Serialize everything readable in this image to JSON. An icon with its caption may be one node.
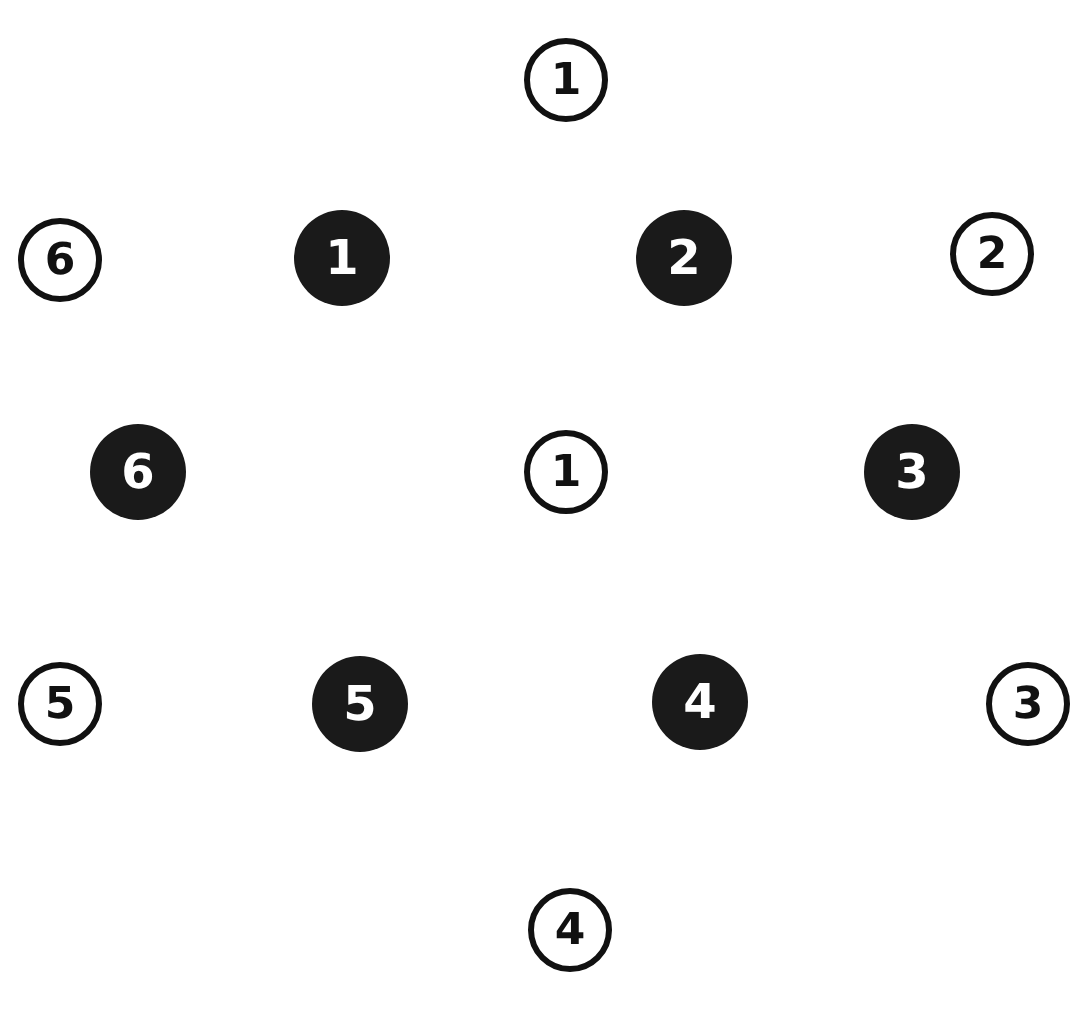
{
  "diagram": {
    "nodes": [
      {
        "text": [
          "1"
        ]
      },
      {
        "text": [
          "6"
        ]
      },
      {
        "text": [
          "1"
        ]
      },
      {
        "text": [
          "2"
        ]
      },
      {
        "text": [
          "2"
        ]
      },
      {
        "text": [
          "6"
        ]
      },
      {
        "text": [
          "1"
        ]
      },
      {
        "text": [
          "3"
        ]
      },
      {
        "text": [
          "5"
        ]
      },
      {
        "text": [
          "5"
        ]
      },
      {
        "text": [
          "4"
        ]
      },
      {
        "text": [
          "3"
        ]
      },
      {
        "text": [
          "4"
        ]
      }
    ]
  }
}
